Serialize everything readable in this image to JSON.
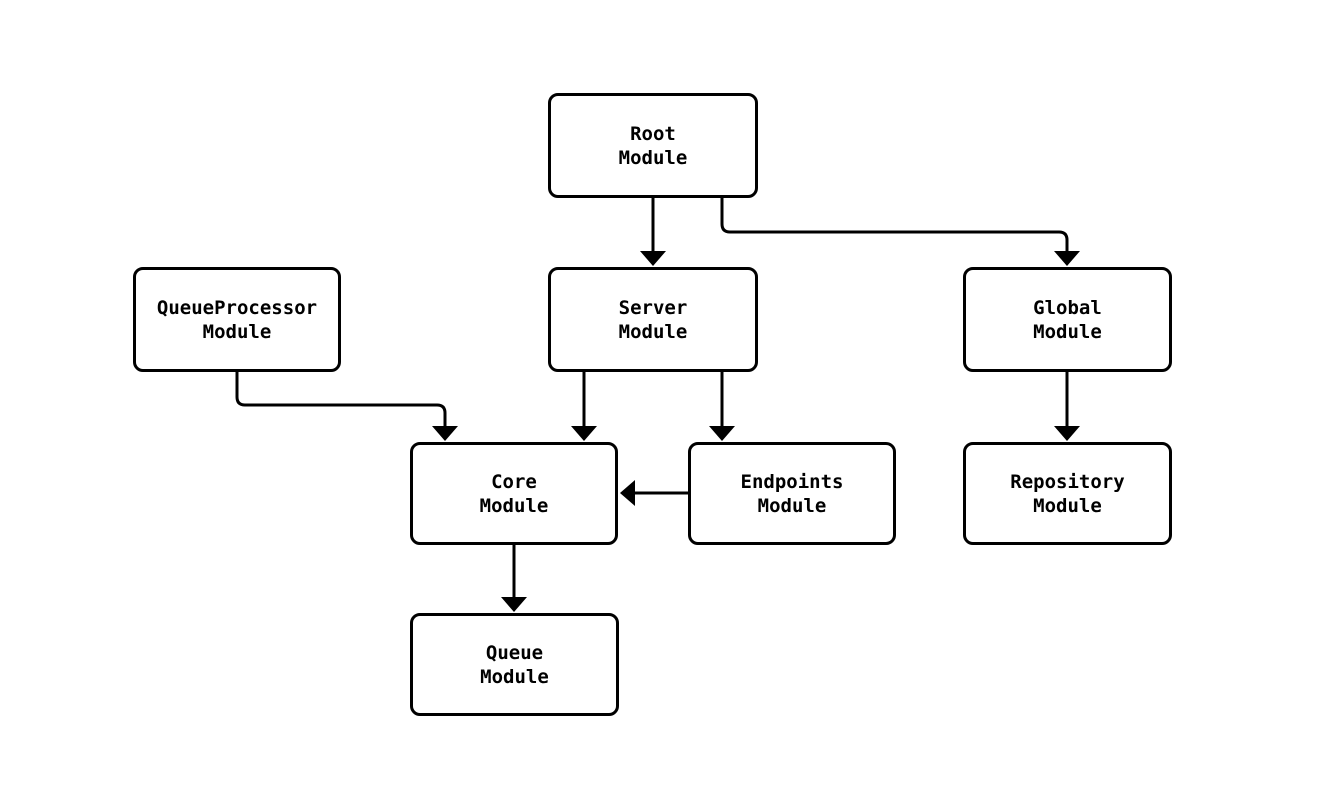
{
  "diagram": {
    "type": "flowchart",
    "colors": {
      "background": "#ffffff",
      "node_fill": "#ffffff",
      "node_border": "#000000",
      "edge_stroke": "#000000",
      "text": "#000000"
    },
    "nodes": {
      "root": {
        "label": "Root Module",
        "line1": "Root",
        "line2": "Module"
      },
      "queueprocessor": {
        "label": "QueueProcessor Module",
        "line1": "QueueProcessor",
        "line2": "Module"
      },
      "server": {
        "label": "Server Module",
        "line1": "Server",
        "line2": "Module"
      },
      "global": {
        "label": "Global Module",
        "line1": "Global",
        "line2": "Module"
      },
      "core": {
        "label": "Core Module",
        "line1": "Core",
        "line2": "Module"
      },
      "endpoints": {
        "label": "Endpoints Module",
        "line1": "Endpoints",
        "line2": "Module"
      },
      "repository": {
        "label": "Repository Module",
        "line1": "Repository",
        "line2": "Module"
      },
      "queue": {
        "label": "Queue Module",
        "line1": "Queue",
        "line2": "Module"
      }
    },
    "edges": [
      {
        "from": "Root Module",
        "to": "Server Module"
      },
      {
        "from": "Root Module",
        "to": "Global Module"
      },
      {
        "from": "QueueProcessor Module",
        "to": "Core Module"
      },
      {
        "from": "Server Module",
        "to": "Core Module"
      },
      {
        "from": "Server Module",
        "to": "Endpoints Module"
      },
      {
        "from": "Endpoints Module",
        "to": "Core Module"
      },
      {
        "from": "Global Module",
        "to": "Repository Module"
      },
      {
        "from": "Core Module",
        "to": "Queue Module"
      }
    ]
  }
}
